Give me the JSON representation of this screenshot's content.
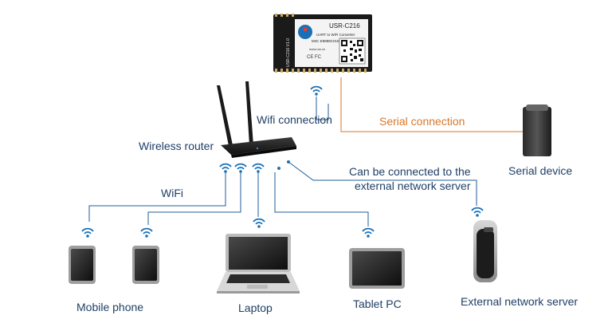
{
  "module": {
    "model": "USR-C216",
    "subtitle": "UART to WiFi Converter",
    "id_text": "M4C E8888C015388",
    "url": "www.usr.cn",
    "marks": "CE FC",
    "side_text": "USR-C216 V1.0"
  },
  "labels": {
    "wifi_connection": "Wifi connection",
    "serial_connection": "Serial connection",
    "wireless_router": "Wireless router",
    "serial_device": "Serial device",
    "can_connect_line1": "Can be connected to the",
    "can_connect_line2": "external network server",
    "wifi": "WiFi",
    "mobile_phone": "Mobile phone",
    "laptop": "Laptop",
    "tablet_pc": "Tablet PC",
    "external_server": "External network server"
  },
  "colors": {
    "blue_line": "#1f5e99",
    "orange_line": "#d9772a",
    "label_text": "#1f3f66",
    "wifi_icon": "#1b72b8"
  }
}
